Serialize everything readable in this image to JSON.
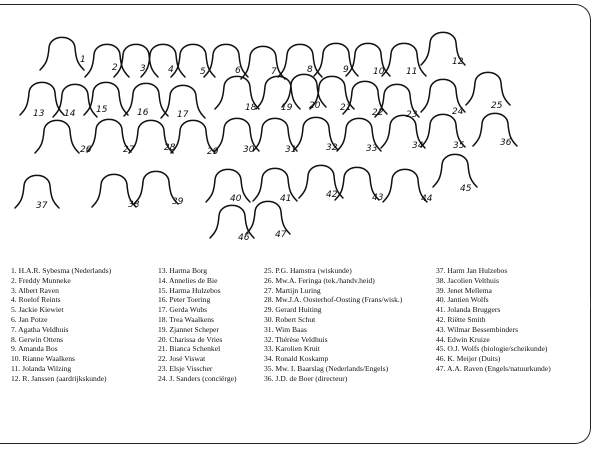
{
  "sketch_numbers": [
    "1",
    "2",
    "3",
    "4",
    "5",
    "6",
    "7",
    "8",
    "9",
    "10",
    "11",
    "12",
    "13",
    "14",
    "15",
    "16",
    "17",
    "18",
    "19",
    "20",
    "21",
    "22",
    "23",
    "24",
    "25",
    "26",
    "27",
    "28",
    "29",
    "30",
    "31",
    "32",
    "33",
    "34",
    "35",
    "36",
    "37",
    "38",
    "39",
    "40",
    "41",
    "42",
    "43",
    "44",
    "45",
    "46",
    "47"
  ],
  "legend": {
    "col1": [
      "1. H.A.R. Sybesma (Nederlands)",
      "2. Freddy Munneke",
      "3. Albert Raven",
      "4. Roelof Reints",
      "5. Jackie Kiewiet",
      "6. Jan Potze",
      "7. Agatha Veldhuis",
      "8. Gerwin Ottens",
      "9. Amanda Bos",
      "10. Rianne Waalkens",
      "11. Jolanda Wilzing",
      "12. R. Janssen (aardrijkskunde)"
    ],
    "col2": [
      "13. Harma Borg",
      "14. Annelies de Bie",
      "15. Harma Hulzebos",
      "16. Peter Toering",
      "17. Gerda Wubs",
      "18. Trea Waalkens",
      "19. Zjannet Scheper",
      "20. Charissa de Vries",
      "21. Bianca Schenkel",
      "22. José Viswat",
      "23. Elsje Visscher",
      "24. J. Sanders (conciërge)"
    ],
    "col3": [
      "25. P.G. Hamstra (wiskunde)",
      "26. Mw.A. Feringa (tek./handv.heid)",
      "27. Martijn Luring",
      "28. Mw.J.A. Oosterhof-Oosting (Frans/wisk.)",
      "29. Gerard Huiting",
      "30. Robert Schut",
      "31. Wim Baas",
      "32. Thérèse Veldhuis",
      "33. Karolien Kruit",
      "34. Ronald Koskamp",
      "35. Mw. I. Baarslag (Nederlands/Engels)",
      "36. J.D. de Boer (directeur)"
    ],
    "col4": [
      "37. Harm Jan Hulzebos",
      "38. Jacolien Velthuis",
      "39. Jenet Mellema",
      "40. Jantien Wolfs",
      "41. Jolanda Bruggers",
      "42. Riëtte Smith",
      "43. Wilmar Bessembinders",
      "44. Edwin Kruize",
      "45. O.J. Wolfs (biologie/scheikunde)",
      "46. K. Meijer (Duits)",
      "47. A.A. Raven (Engels/natuurkunde)"
    ]
  },
  "side_note": "......"
}
